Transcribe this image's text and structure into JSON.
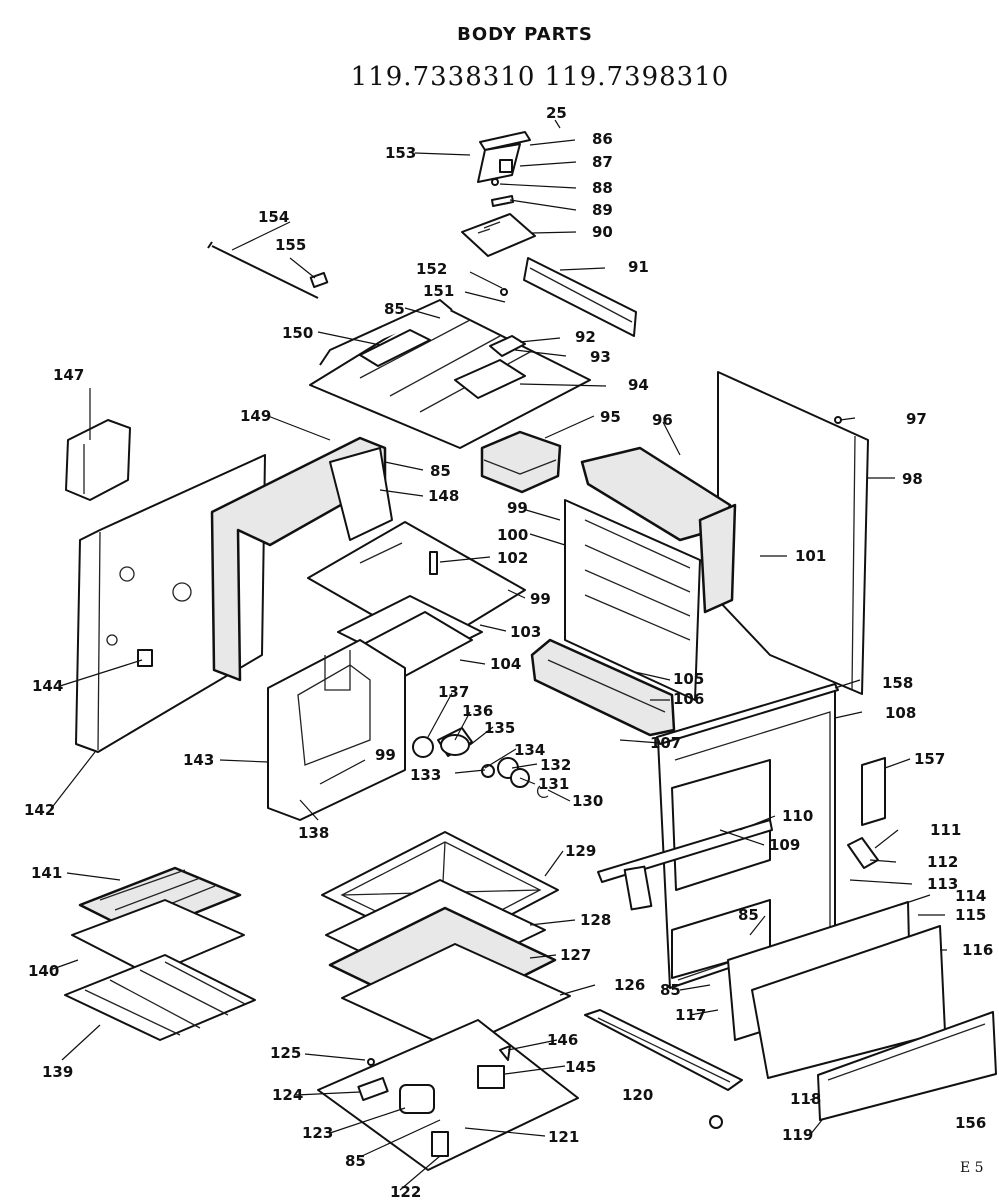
{
  "header": {
    "title": "BODY PARTS",
    "models": "119.7338310 119.7398310"
  },
  "page_mark": "E 5",
  "callouts": [
    "25",
    "86",
    "153",
    "87",
    "88",
    "89",
    "90",
    "154",
    "155",
    "91",
    "152",
    "151",
    "85",
    "150",
    "92",
    "93",
    "94",
    "147",
    "95",
    "149",
    "85",
    "96",
    "97",
    "148",
    "98",
    "99",
    "100",
    "102",
    "101",
    "99",
    "103",
    "104",
    "144",
    "137",
    "105",
    "136",
    "106",
    "135",
    "158",
    "143",
    "134",
    "107",
    "108",
    "132",
    "131",
    "99",
    "133",
    "130",
    "157",
    "142",
    "138",
    "109",
    "110",
    "111",
    "129",
    "141",
    "112",
    "113",
    "114",
    "85",
    "115",
    "128",
    "127",
    "116",
    "140",
    "126",
    "85",
    "117",
    "139",
    "125",
    "146",
    "145",
    "124",
    "120",
    "118",
    "123",
    "121",
    "119",
    "156",
    "85",
    "122"
  ]
}
